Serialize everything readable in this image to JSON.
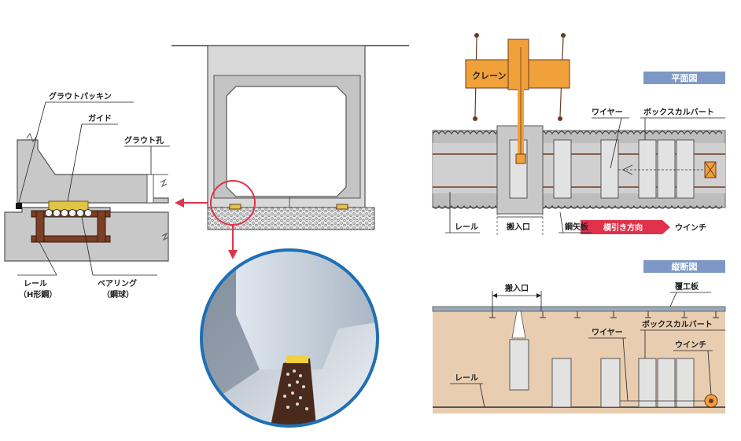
{
  "left_detail": {
    "grout_packing": "グラウトパッキン",
    "guide": "ガイド",
    "grout_hole": "グラウト孔",
    "rail_label": "レール",
    "rail_sub": "（H形鋼）",
    "bearing_label": "ベアリング",
    "bearing_sub": "（鋼球）"
  },
  "plan_view": {
    "title": "平面図",
    "crane": "クレーン",
    "wire": "ワイヤー",
    "box_culvert": "ボックスカルバート",
    "rail": "レール",
    "entry": "搬入口",
    "sheet_pile": "鋼矢板",
    "pull_direction": "横引き方向",
    "winch": "ウインチ"
  },
  "section_view": {
    "title": "縦断図",
    "entry": "搬入口",
    "deck": "覆工板",
    "wire": "ワイヤー",
    "box_culvert": "ボックスカルバート",
    "winch": "ウインチ",
    "rail": "レール"
  },
  "colors": {
    "concrete": "#c9c9c9",
    "rail_brown": "#6b3a24",
    "guide_yellow": "#e0c443",
    "crane_orange": "#f0a13a",
    "title_blue": "#7d98c6",
    "arrow_red": "#e0324b",
    "soil": "#e9cdb0"
  }
}
